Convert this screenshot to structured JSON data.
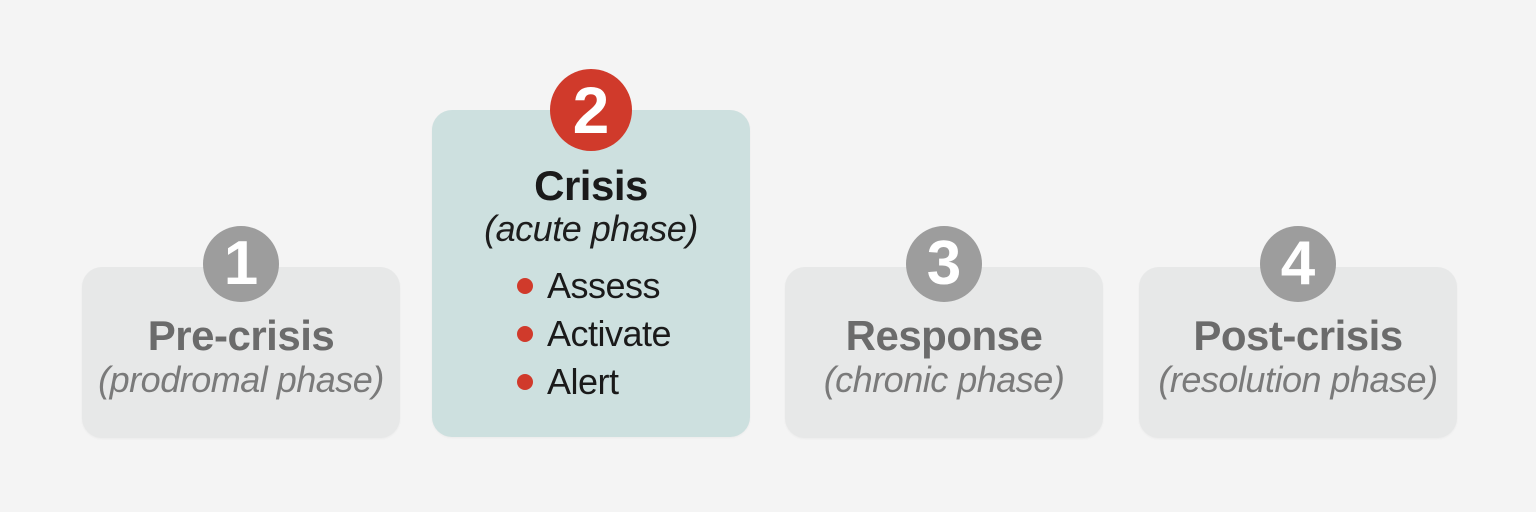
{
  "diagram": {
    "name": "Crisis lifecycle phases",
    "colors": {
      "background": "#f4f4f4",
      "card_default": "#e7e8e8",
      "card_highlight": "#cde0df",
      "badge_default": "#9d9d9d",
      "badge_highlight": "#d03a2b",
      "bullet_dot": "#d03a2b",
      "title_default": "#6b6b6b",
      "subtitle_default": "#7a7a7a",
      "text_highlight_card": "#1a1a1a",
      "badge_number_text": "#ffffff"
    },
    "phases": [
      {
        "number": "1",
        "title": "Pre-crisis",
        "subtitle": "(prodromal phase)",
        "highlighted": false
      },
      {
        "number": "2",
        "title": "Crisis",
        "subtitle": "(acute phase)",
        "highlighted": true,
        "bullets": [
          "Assess",
          "Activate",
          "Alert"
        ]
      },
      {
        "number": "3",
        "title": "Response",
        "subtitle": "(chronic phase)",
        "highlighted": false
      },
      {
        "number": "4",
        "title": "Post-crisis",
        "subtitle": "(resolution phase)",
        "highlighted": false
      }
    ]
  }
}
